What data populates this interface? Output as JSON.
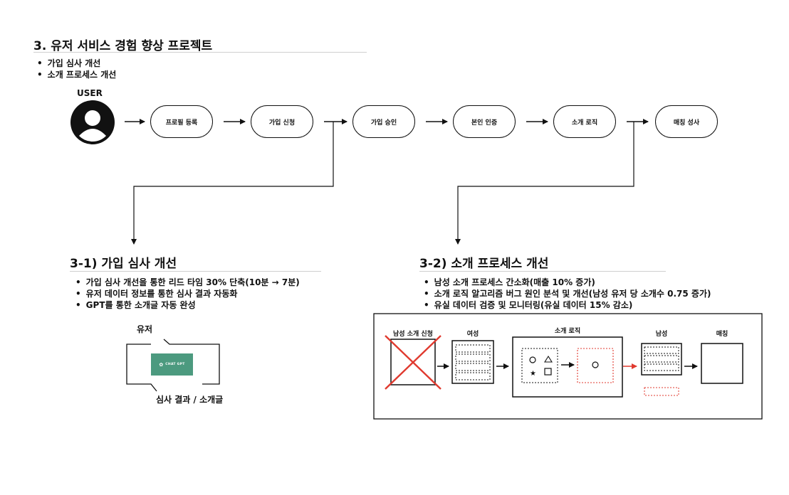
{
  "section_title": "3. 유저 서비스 경험 향상 프로젝트",
  "intro_bullets": [
    "가입 심사 개선",
    "소개 프로세스 개선"
  ],
  "user_label": "USER",
  "flow_steps": [
    "프로필 등록",
    "가입 신청",
    "가입 승인",
    "본인 인증",
    "소개 로직",
    "매칭 성사"
  ],
  "sub1": {
    "title": "3-1) 가입 심사 개선",
    "bullets": [
      "가입 심사 개선을 통한 리드 타임 30% 단축(10분 → 7분)",
      "유저 데이터 정보를 통한 심사 결과 자동화",
      "GPT를 통한 소개글 자동 완성"
    ],
    "diagram": {
      "input_label": "유저",
      "chip_label": "CHAT GPT",
      "output_label": "심사 결과 / 소개글",
      "chip_color": "#4c9a7f"
    }
  },
  "sub2": {
    "title": "3-2) 소개 프로세스 개선",
    "bullets": [
      "남성 소개 프로세스 간소화(매출 10% 증가)",
      "소개 로직 알고리즘 버그 원인 분석 및 개선(남성 유저 당 소개수 0.75 증가)",
      "유실 데이터 검증 및 모니터링(유실 데이터 15% 감소)"
    ],
    "diagram": {
      "labels": [
        "남성 소개 신청",
        "여성",
        "소개 로직",
        "남성",
        "매칭"
      ],
      "accent_color": "#e03a2f"
    }
  }
}
